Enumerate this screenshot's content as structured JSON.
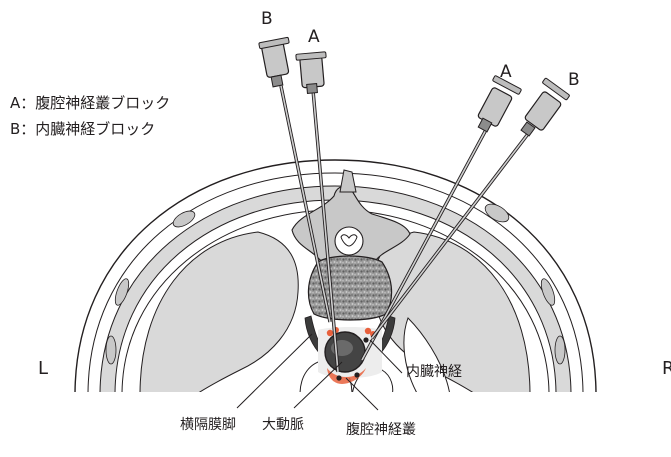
{
  "legend": {
    "line_a": "A：腹腔神経叢ブロック",
    "line_b": "B：内臓神経ブロック"
  },
  "needles": {
    "left_b": "B",
    "left_a": "A",
    "right_a": "A",
    "right_b": "B"
  },
  "sides": {
    "left": "L",
    "right": "R"
  },
  "callouts": {
    "crus": "横隔膜脚",
    "aorta": "大動脈",
    "celiac_plexus": "腹腔神経叢",
    "splanchnic_nerve": "内臓神経"
  },
  "colors": {
    "outline": "#231f20",
    "tissue_gray": "#d9d9d9",
    "muscle_gray": "#c8c8c8",
    "dark_gray": "#595959",
    "plexus_red": "#e8603c",
    "bone_texture": "#8a8a8a"
  }
}
